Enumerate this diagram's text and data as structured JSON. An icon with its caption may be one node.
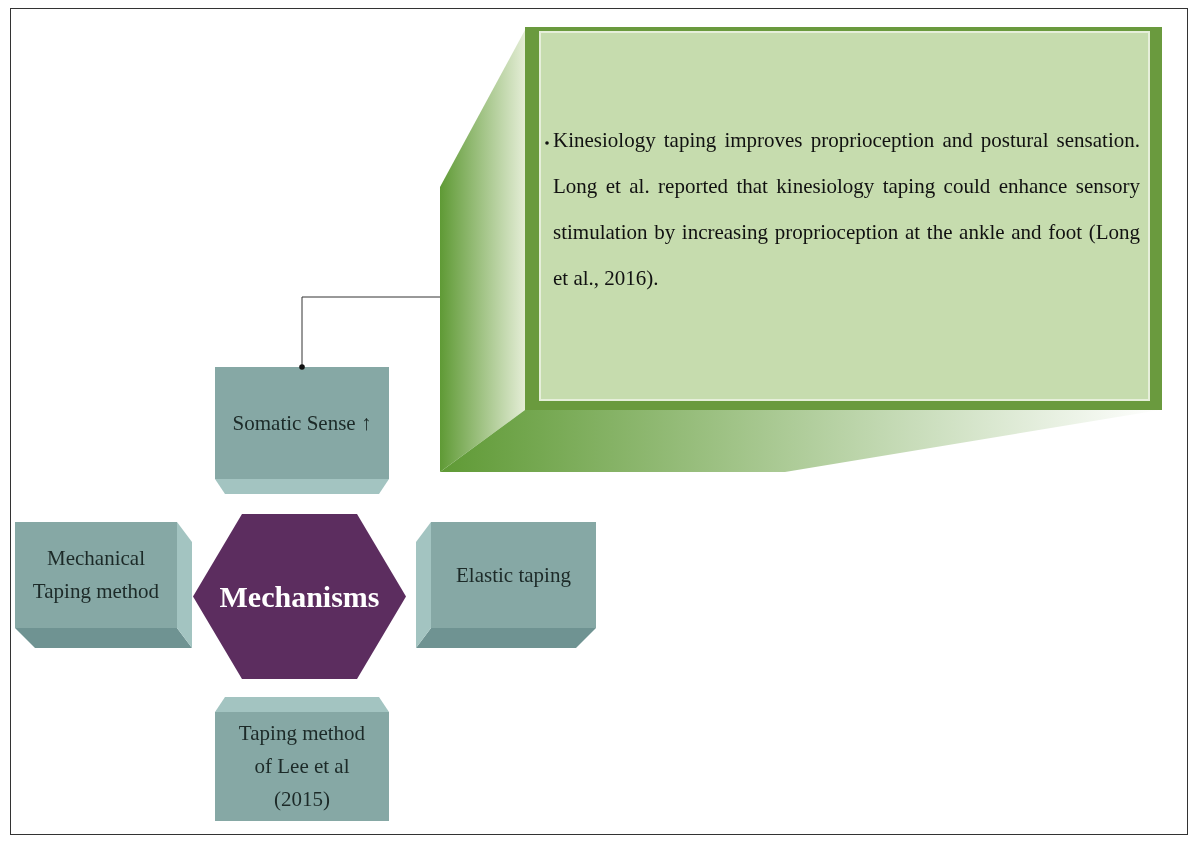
{
  "diagram": {
    "nodes": [
      {
        "text": [
          "Kinesiology taping improves proprioception and postural sensation. Long et al. reported that kinesiology taping could enhance sensory stimulation by increasing proprioception at the ankle and foot (Long et al., 2016)."
        ]
      },
      {
        "text": [
          "Somatic Sense ↑"
        ]
      },
      {
        "text": [
          "Mechanical Taping method"
        ]
      },
      {
        "text": [
          "Mechanisms"
        ]
      },
      {
        "text": [
          "Elastic taping"
        ]
      },
      {
        "text": [
          "Taping method of Lee et al (2015)"
        ]
      }
    ],
    "edges": [
      {
        "from": 0,
        "to": 1,
        "arrow": "other"
      }
    ]
  }
}
